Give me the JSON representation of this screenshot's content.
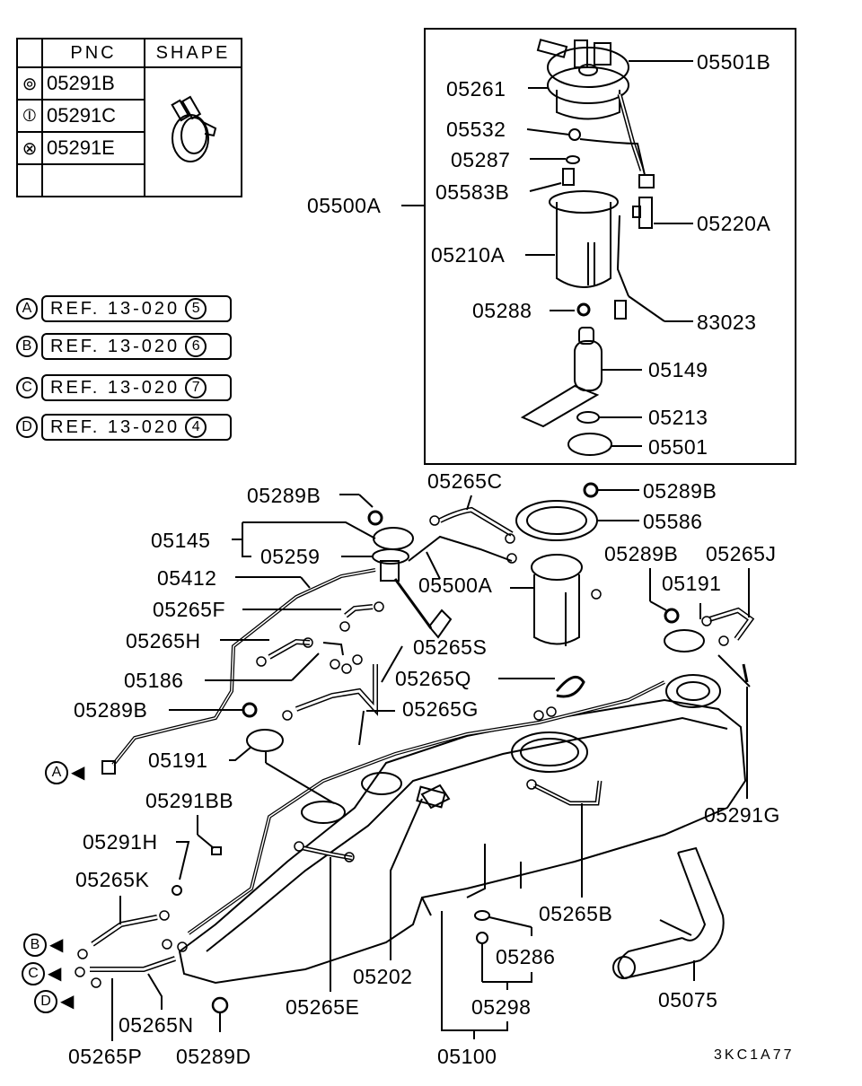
{
  "legend": {
    "headers": {
      "pnc": "PNC",
      "shape": "SHAPE"
    },
    "rows": [
      {
        "symbol": "⊚",
        "symbol_name": "double-circle-icon",
        "pnc": "05291B"
      },
      {
        "symbol": "⦶",
        "symbol_name": "circle-bar-icon",
        "pnc": "05291C"
      },
      {
        "symbol": "⊗",
        "symbol_name": "circle-x-icon",
        "pnc": "05291E"
      },
      {
        "symbol": "",
        "symbol_name": "empty",
        "pnc": ""
      }
    ],
    "shape_icon": "hose-clamp-icon"
  },
  "references": [
    {
      "letter": "A",
      "text": "REF. 13-020",
      "num": "5"
    },
    {
      "letter": "B",
      "text": "REF. 13-020",
      "num": "6"
    },
    {
      "letter": "C",
      "text": "REF. 13-020",
      "num": "7"
    },
    {
      "letter": "D",
      "text": "REF. 13-020",
      "num": "4"
    }
  ],
  "connectors": {
    "A": "A",
    "B": "B",
    "C": "C",
    "D": "D",
    "arrow": "◀"
  },
  "part_labels": {
    "p05501B": "05501B",
    "p05261": "05261",
    "p05532": "05532",
    "p05287": "05287",
    "p05583B": "05583B",
    "p05500A_box": "05500A",
    "p05220A": "05220A",
    "p05210A": "05210A",
    "p05288": "05288",
    "p83023": "83023",
    "p05149": "05149",
    "p05213": "05213",
    "p05501": "05501",
    "p05265C": "05265C",
    "p05289B_a": "05289B",
    "p05289B_b": "05289B",
    "p05586": "05586",
    "p05145": "05145",
    "p05259": "05259",
    "p05412": "05412",
    "p05500A": "05500A",
    "p05289B_c": "05289B",
    "p05265J": "05265J",
    "p05191_a": "05191",
    "p05265F": "05265F",
    "p05265H": "05265H",
    "p05265S": "05265S",
    "p05186": "05186",
    "p05265Q": "05265Q",
    "p05289B_d": "05289B",
    "p05265G": "05265G",
    "p05191_b": "05191",
    "p05291BB": "05291BB",
    "p05291G": "05291G",
    "p05291H": "05291H",
    "p05265K": "05265K",
    "p05265B": "05265B",
    "p05286": "05286",
    "p05202": "05202",
    "p05075": "05075",
    "p05265N": "05265N",
    "p05265E": "05265E",
    "p05298": "05298",
    "p05265P": "05265P",
    "p05289D": "05289D",
    "p05100": "05100"
  },
  "diagram_code": "3KC1A77"
}
